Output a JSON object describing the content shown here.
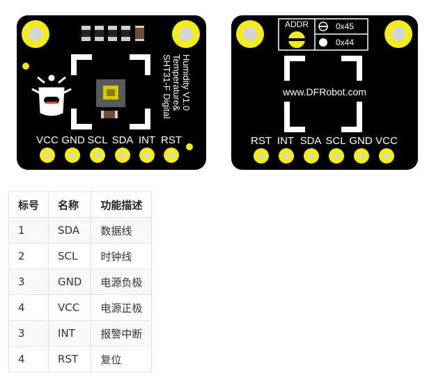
{
  "front_board": {
    "title_lines": [
      "SHT31-F Digital",
      "Temperature&",
      "Humidity V1.0"
    ],
    "pins": [
      "VCC",
      "GND",
      "SCL",
      "SDA",
      "INT",
      "RST"
    ]
  },
  "back_board": {
    "addr_label": "ADDR",
    "addr_options": [
      "0x45",
      "0x44"
    ],
    "website": "www.DFRobot.com",
    "pins": [
      "RST",
      "INT",
      "SDA",
      "SCL",
      "GND",
      "VCC"
    ]
  },
  "table": {
    "headers": [
      "标号",
      "名称",
      "功能描述"
    ],
    "rows": [
      [
        "1",
        "SDA",
        "数据线"
      ],
      [
        "2",
        "SCL",
        "时钟线"
      ],
      [
        "3",
        "GND",
        "电源负极"
      ],
      [
        "4",
        "VCC",
        "电源正极"
      ],
      [
        "3",
        "INT",
        "报警中断"
      ],
      [
        "4",
        "RST",
        "复位"
      ]
    ]
  },
  "colors": {
    "board": "#000000",
    "pad": "#f2ec1a",
    "silkscreen": "#ffffff",
    "table_border": "#dfe2e5",
    "table_stripe": "#f6f8fa"
  }
}
